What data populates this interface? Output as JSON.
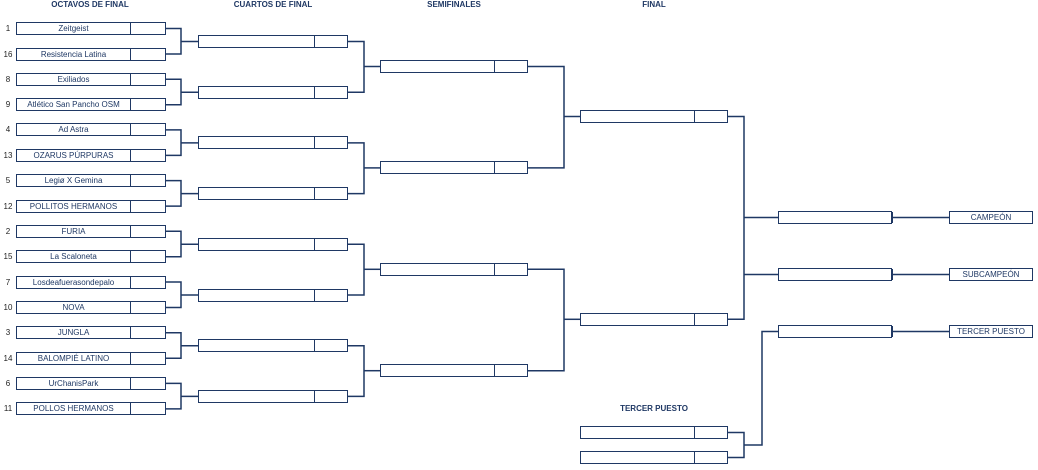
{
  "headers": {
    "r16": "OCTAVOS DE FINAL",
    "qf": "CUARTOS DE FINAL",
    "sf": "SEMIFINALES",
    "final": "FINAL",
    "third": "TERCER PUESTO"
  },
  "round_of_16": [
    {
      "seed": "1",
      "team": "Zeitgeist"
    },
    {
      "seed": "16",
      "team": "Resistencia Latina"
    },
    {
      "seed": "8",
      "team": "Exiliados"
    },
    {
      "seed": "9",
      "team": "Atlético San Pancho OSM"
    },
    {
      "seed": "4",
      "team": "Ad Astra"
    },
    {
      "seed": "13",
      "team": "OZARUS PÚRPURAS"
    },
    {
      "seed": "5",
      "team": "Legiø X Gemina"
    },
    {
      "seed": "12",
      "team": "POLLITOS HERMANOS"
    },
    {
      "seed": "2",
      "team": "FURIA"
    },
    {
      "seed": "15",
      "team": "La Scaloneta"
    },
    {
      "seed": "7",
      "team": "Losdeafuerasondepalo"
    },
    {
      "seed": "10",
      "team": "NOVA"
    },
    {
      "seed": "3",
      "team": "JUNGLA"
    },
    {
      "seed": "14",
      "team": "BALOMPIÉ LATINO"
    },
    {
      "seed": "6",
      "team": "UrChanisPark"
    },
    {
      "seed": "11",
      "team": "POLLOS HERMANOS"
    }
  ],
  "results": {
    "champion": "CAMPEÓN",
    "runner_up": "SUBCAMPEÓN",
    "third_place": "TERCER PUESTO"
  }
}
